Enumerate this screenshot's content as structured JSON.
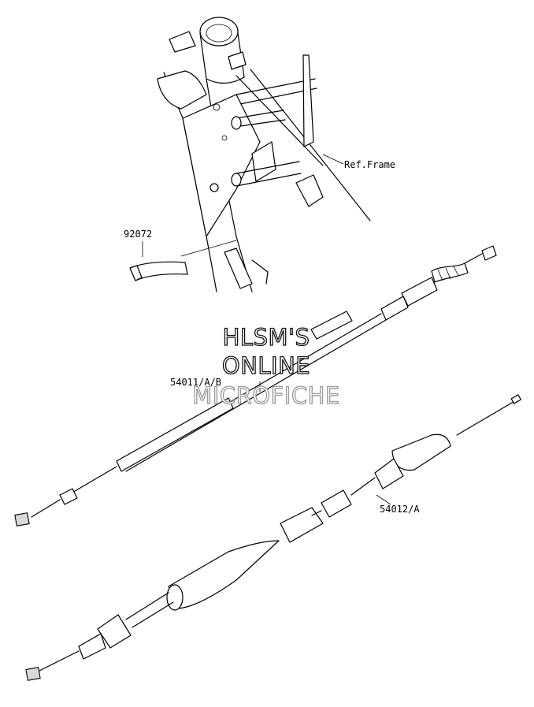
{
  "labels": {
    "ref_frame": "Ref.Frame",
    "part_92072": "92072",
    "part_54011": "54011/A/B",
    "part_54012": "54012/A"
  },
  "watermark": {
    "line1": "HLSM'S",
    "line2": "ONLINE",
    "line3": "MICROFICHE"
  }
}
